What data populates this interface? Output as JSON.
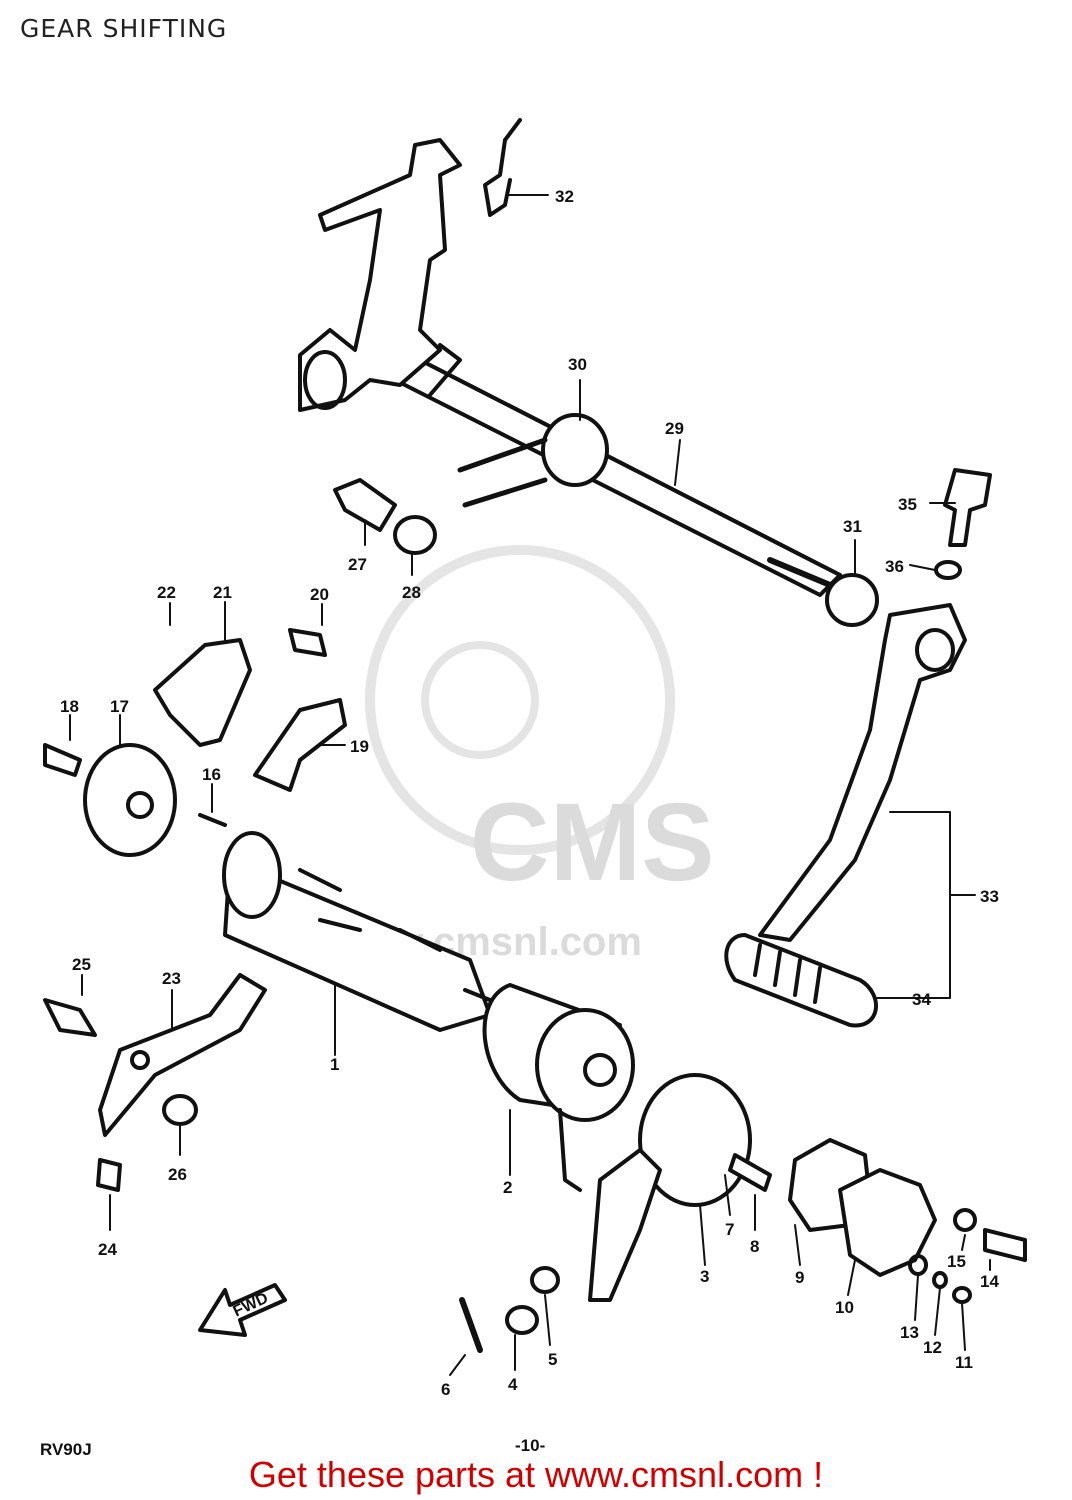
{
  "header": {
    "title": "GEAR SHIFTING"
  },
  "footer": {
    "model_code": "RV90J",
    "page_number": "-10-",
    "cta_text": "Get these parts at www.cmsnl.com !"
  },
  "watermark": {
    "brand": "CMS",
    "url": "www.cmsnl.com"
  },
  "fwd_label": "FWD",
  "colors": {
    "ink": "#111111",
    "cta": "#d10000",
    "watermark": "#d8d8d8"
  },
  "callouts": [
    "1",
    "2",
    "3",
    "4",
    "5",
    "6",
    "7",
    "8",
    "9",
    "10",
    "11",
    "12",
    "13",
    "14",
    "15",
    "16",
    "17",
    "18",
    "19",
    "20",
    "21",
    "22",
    "23",
    "24",
    "25",
    "26",
    "27",
    "28",
    "29",
    "30",
    "31",
    "32",
    "33",
    "34",
    "35",
    "36"
  ]
}
